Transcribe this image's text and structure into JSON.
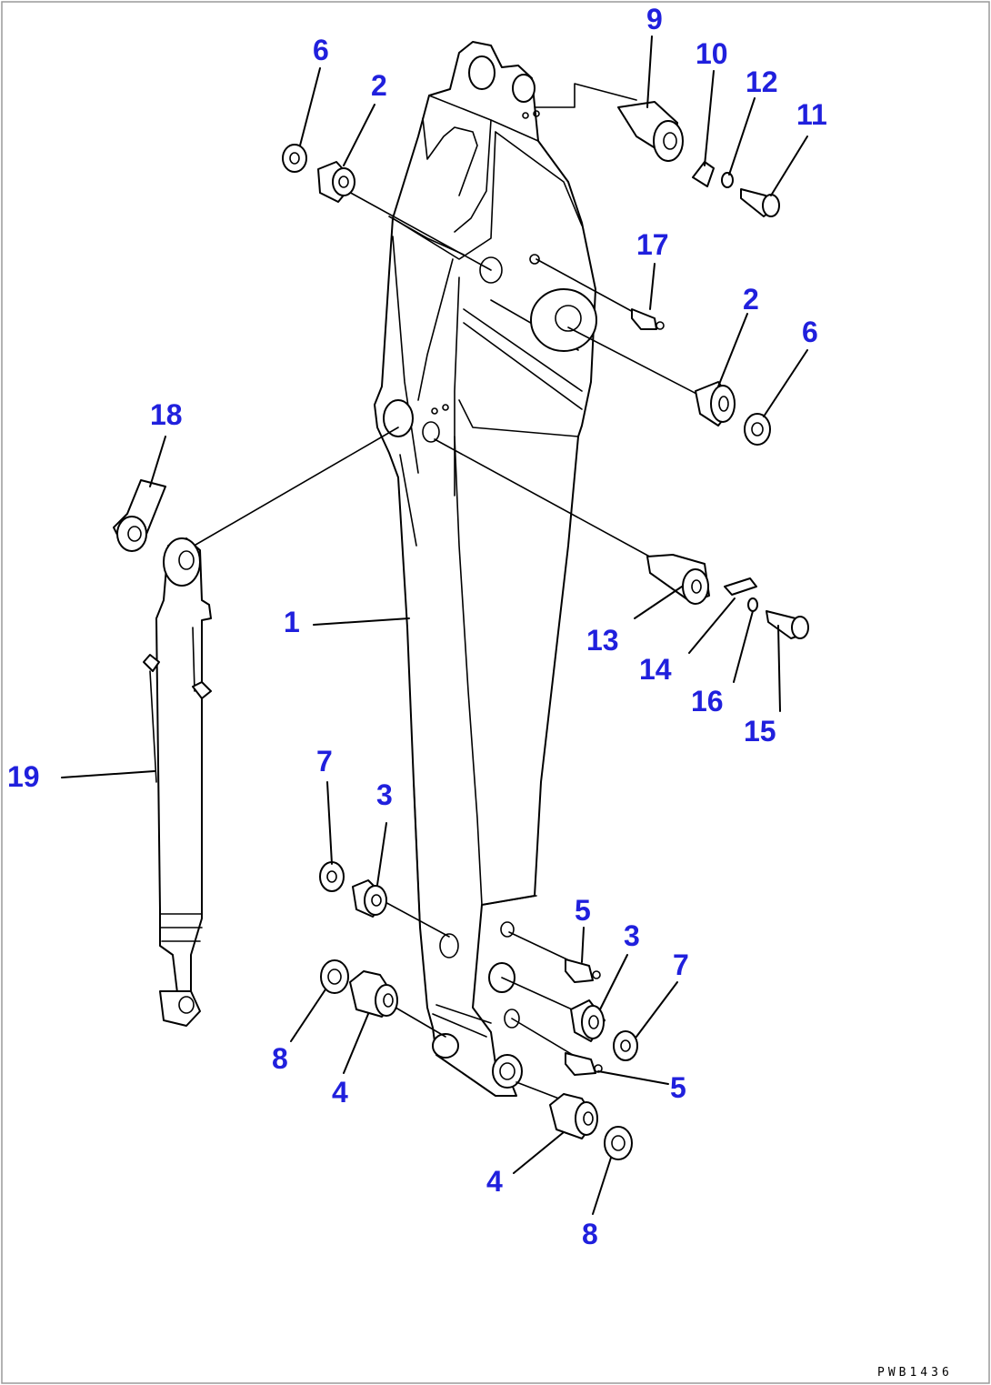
{
  "drawing_number": "PWB1436",
  "callouts": [
    {
      "id": "c1",
      "label": "1"
    },
    {
      "id": "c2a",
      "label": "2"
    },
    {
      "id": "c2b",
      "label": "2"
    },
    {
      "id": "c3a",
      "label": "3"
    },
    {
      "id": "c3b",
      "label": "3"
    },
    {
      "id": "c4a",
      "label": "4"
    },
    {
      "id": "c4b",
      "label": "4"
    },
    {
      "id": "c5a",
      "label": "5"
    },
    {
      "id": "c5b",
      "label": "5"
    },
    {
      "id": "c6a",
      "label": "6"
    },
    {
      "id": "c6b",
      "label": "6"
    },
    {
      "id": "c7a",
      "label": "7"
    },
    {
      "id": "c7b",
      "label": "7"
    },
    {
      "id": "c8a",
      "label": "8"
    },
    {
      "id": "c8b",
      "label": "8"
    },
    {
      "id": "c9",
      "label": "9"
    },
    {
      "id": "c10",
      "label": "10"
    },
    {
      "id": "c11",
      "label": "11"
    },
    {
      "id": "c12",
      "label": "12"
    },
    {
      "id": "c13",
      "label": "13"
    },
    {
      "id": "c14",
      "label": "14"
    },
    {
      "id": "c15",
      "label": "15"
    },
    {
      "id": "c16",
      "label": "16"
    },
    {
      "id": "c17",
      "label": "17"
    },
    {
      "id": "c18",
      "label": "18"
    },
    {
      "id": "c19",
      "label": "19"
    }
  ],
  "colors": {
    "callout": "#2020dd",
    "line": "#000000",
    "frame": "#9a9a9a"
  }
}
